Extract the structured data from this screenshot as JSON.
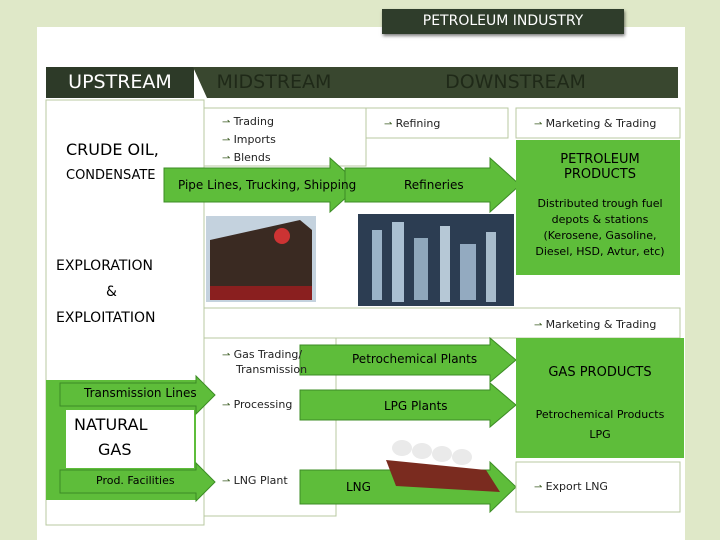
{
  "title": "PETROLEUM INDUSTRY",
  "bands": {
    "upstream": "UPSTREAM",
    "midstream": "MIDSTREAM",
    "downstream": "DOWNSTREAM"
  },
  "upstream": {
    "crude_line1": "CRUDE OIL,",
    "crude_line2": "CONDENSATE",
    "explore_line1": "EXPLORATION",
    "explore_line2": "&",
    "explore_line3": "EXPLOITATION",
    "natural_gas_line1": "NATURAL",
    "natural_gas_line2": "GAS",
    "transmission": "Transmission Lines",
    "prod": "Prod. Facilities"
  },
  "midstream_oil": {
    "items": [
      "Trading",
      "Imports",
      "Blends"
    ],
    "pipe": "Pipe Lines, Trucking, Shipping"
  },
  "downstream_oil": {
    "refining": "Refining",
    "refineries": "Refineries",
    "marketing": "Marketing & Trading",
    "products_line1": "PETROLEUM",
    "products_line2": "PRODUCTS",
    "distributed": [
      "Distributed trough fuel",
      "depots & stations",
      "(Kerosene, Gasoline,",
      "Diesel, HSD, Avtur, etc)"
    ]
  },
  "gas": {
    "trading_line1": "Gas Trading/",
    "trading_line2": "Transmission",
    "processing": "Processing",
    "lng_plant": "LNG Plant",
    "petrochemical": "Petrochemical Plants",
    "lpg": "LPG Plants",
    "lng": "LNG",
    "marketing": "Marketing & Trading",
    "gas_products": "GAS PRODUCTS",
    "petro_products": "Petrochemical Products",
    "lpg_short": "LPG",
    "export": "Export LNG"
  },
  "colors": {
    "green": "#5ebd3a",
    "dark_green": "#2d3a28",
    "red": "#e31c1c"
  }
}
